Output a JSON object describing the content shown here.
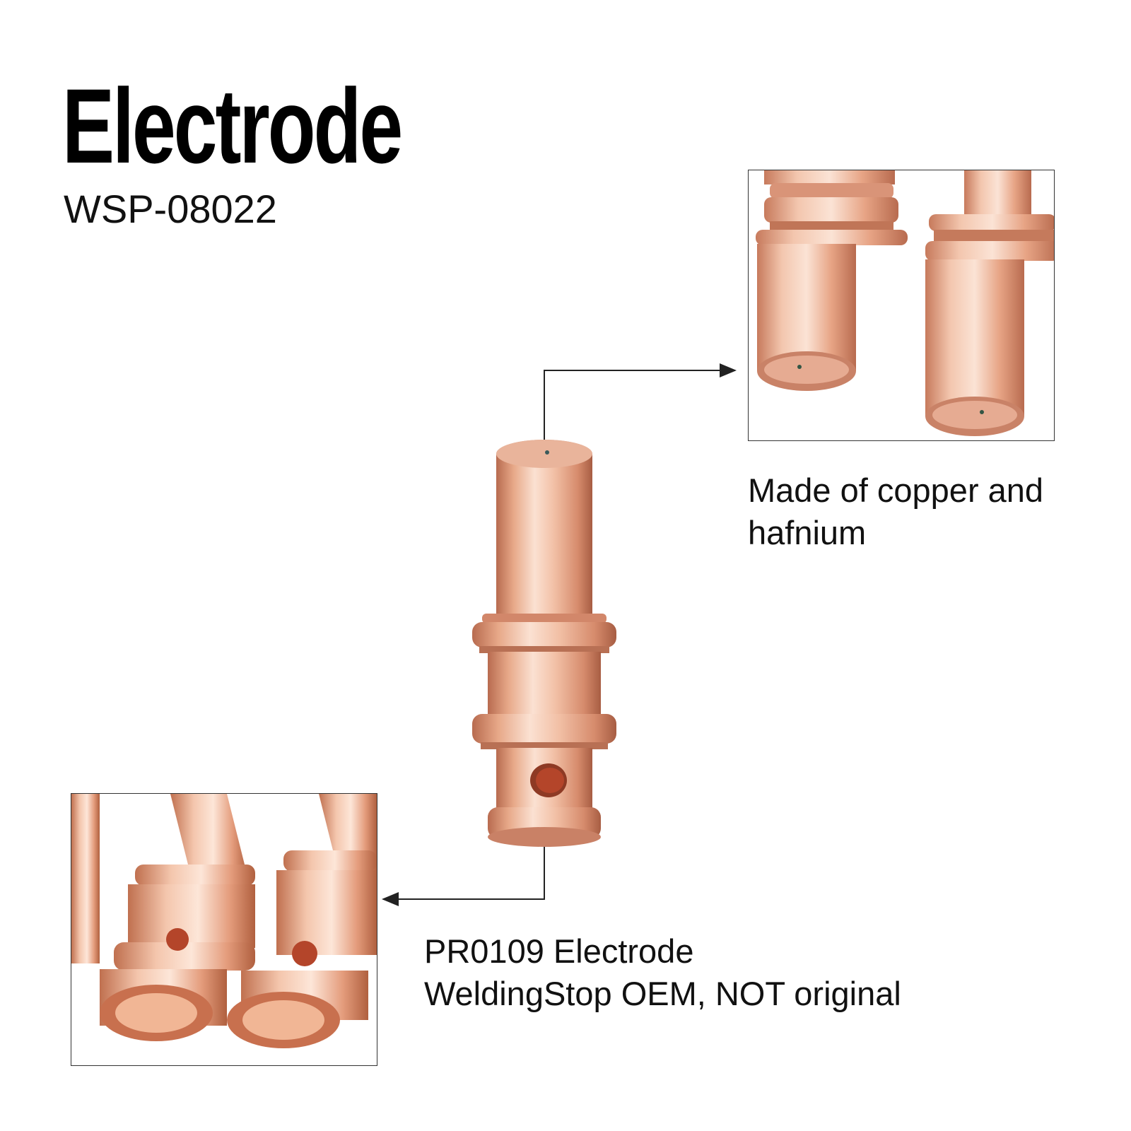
{
  "title": "Electrode",
  "part_code": "WSP-08022",
  "callout_top": {
    "line1": "Made of copper and",
    "line2": "hafnium"
  },
  "callout_bottom": {
    "line1": "PR0109 Electrode",
    "line2": "WeldingStop OEM, NOT original"
  },
  "colors": {
    "copper_light": "#f6cdb7",
    "copper_mid": "#e8a082",
    "copper_dark": "#b96a4f",
    "hole_inner": "#b4452a"
  }
}
